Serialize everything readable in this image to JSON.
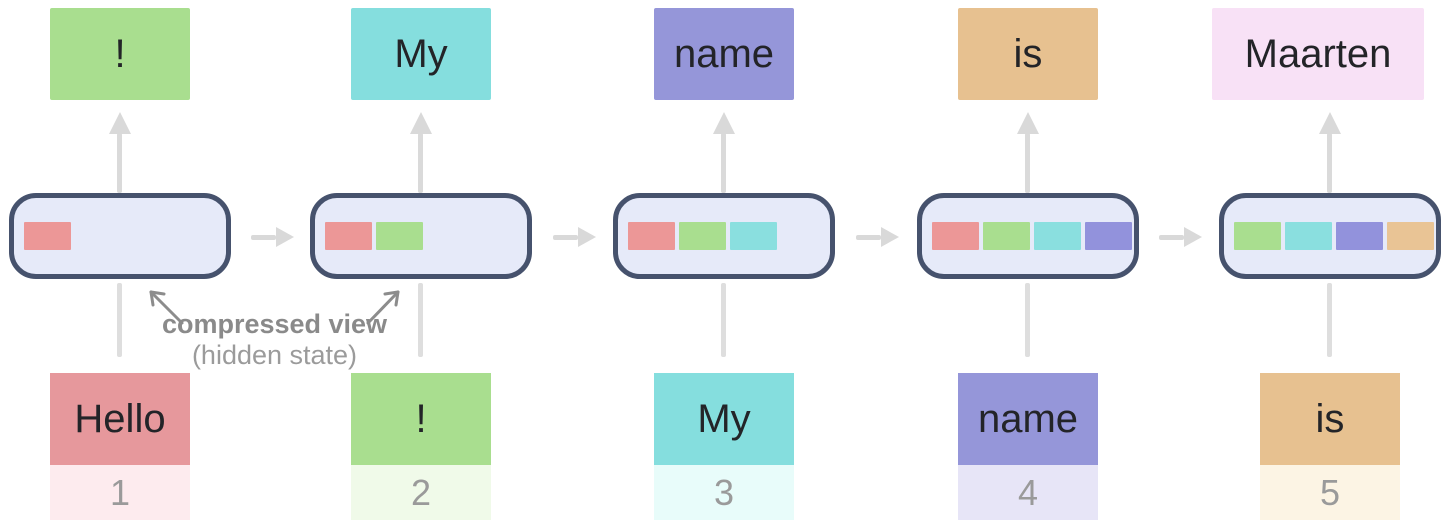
{
  "annotation": {
    "line1": "compressed view",
    "line2": "(hidden state)"
  },
  "palette": {
    "token_red": "#e6989c",
    "token_green": "#a9de8f",
    "token_cyan": "#85dede",
    "token_purple": "#9596d9",
    "token_tan": "#e7c190",
    "token_pink": "#f8e1f6",
    "state_box_fill": "#e6eaf9",
    "state_box_border": "#46526d",
    "arrow_gray": "#d9d9d9",
    "annotation_gray": "#8a8a8a",
    "text_dark": "#232428"
  },
  "units": [
    {
      "input": {
        "label": "Hello",
        "bg": "#e6989c",
        "number": "1",
        "number_bg": "#fdebee"
      },
      "state": {
        "blocks": [
          "#ec9797"
        ]
      },
      "output": {
        "label": "!",
        "bg": "#a9de8f"
      }
    },
    {
      "input": {
        "label": "!",
        "bg": "#a9de8f",
        "number": "2",
        "number_bg": "#f0fae9"
      },
      "state": {
        "blocks": [
          "#ec9797",
          "#a9de8f"
        ]
      },
      "output": {
        "label": "My",
        "bg": "#85dede"
      }
    },
    {
      "input": {
        "label": "My",
        "bg": "#85dede",
        "number": "3",
        "number_bg": "#e8fcfa"
      },
      "state": {
        "blocks": [
          "#ec9797",
          "#a9de8f",
          "#8adfdf"
        ]
      },
      "output": {
        "label": "name",
        "bg": "#9596d9"
      }
    },
    {
      "input": {
        "label": "name",
        "bg": "#9596d9",
        "number": "4",
        "number_bg": "#e7e5f7"
      },
      "state": {
        "blocks": [
          "#ec9797",
          "#a9de8f",
          "#8adfdf",
          "#9292dc"
        ]
      },
      "output": {
        "label": "is",
        "bg": "#e7c190"
      }
    },
    {
      "input": {
        "label": "is",
        "bg": "#e7c190",
        "number": "5",
        "number_bg": "#fcf4e4"
      },
      "state": {
        "blocks": [
          "#a9de8f",
          "#8adfdf",
          "#9292dc",
          "#e9c495"
        ]
      },
      "output": {
        "label": "Maarten",
        "bg": "#f8e1f6"
      }
    }
  ]
}
